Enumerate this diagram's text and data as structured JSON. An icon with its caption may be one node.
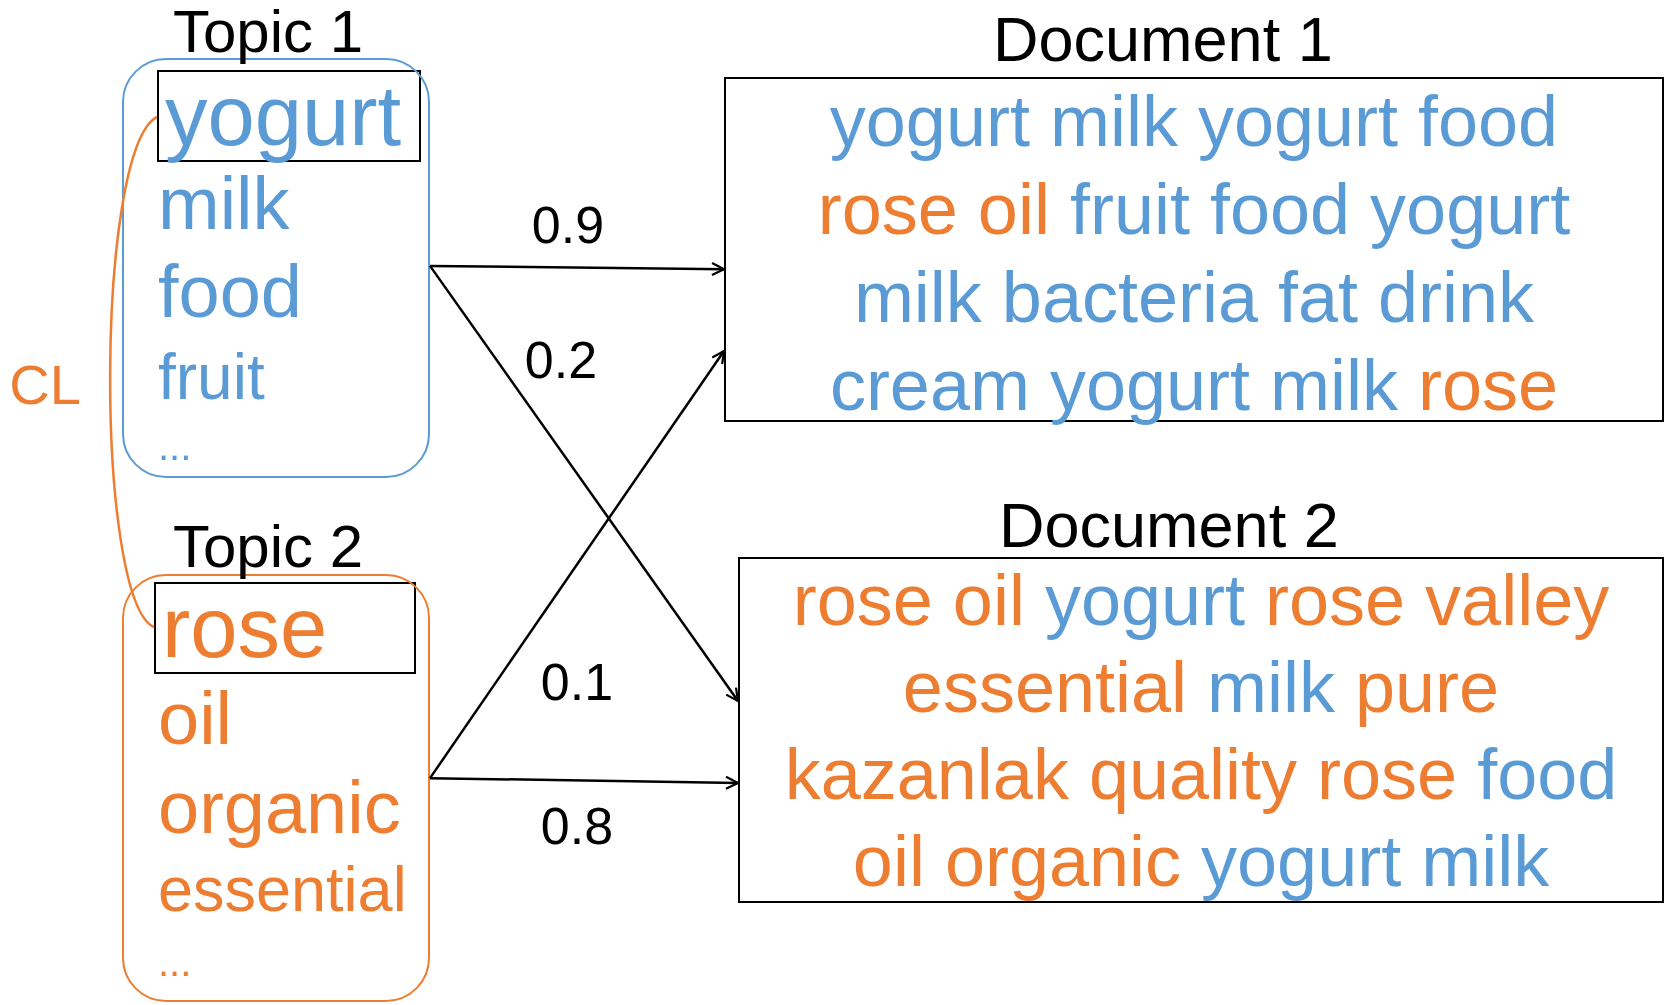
{
  "diagram": {
    "nodes": [
      {
        "text": [
          "Topic 1",
          "milk",
          "food",
          "fruit",
          "..."
        ]
      },
      {
        "text": [
          "yogurt"
        ],
        "in": 0
      },
      {
        "text": [
          "Topic 2",
          "oil",
          "organic",
          "essential",
          "..."
        ]
      },
      {
        "text": [
          "rose"
        ],
        "in": 2
      },
      {
        "text": [
          "Document 1",
          "yogurt milk yogurt food",
          "rose oil",
          "fruit food yogurt",
          "milk bacteria fat drink",
          "cream yogurt milk",
          "rose"
        ]
      },
      {
        "text": [
          "Document 2",
          "rose oil",
          "yogurt",
          "rose valley",
          "essential",
          "milk",
          "pure",
          "kazanlak quality rose",
          "food",
          "oil organic",
          "yogurt milk"
        ]
      }
    ],
    "edges": [
      {
        "from": 0,
        "to": 4,
        "arrow": "to",
        "label": "0.9"
      },
      {
        "from": 0,
        "to": 5,
        "arrow": "to",
        "label": "0.2"
      },
      {
        "from": 2,
        "to": 4,
        "arrow": "to",
        "label": "0.1"
      },
      {
        "from": 2,
        "to": 5,
        "arrow": "to",
        "label": "0.8"
      },
      {
        "from": 1,
        "to": 3,
        "arrow": "none",
        "label": "CL",
        "color": "#ed7d31"
      }
    ]
  }
}
